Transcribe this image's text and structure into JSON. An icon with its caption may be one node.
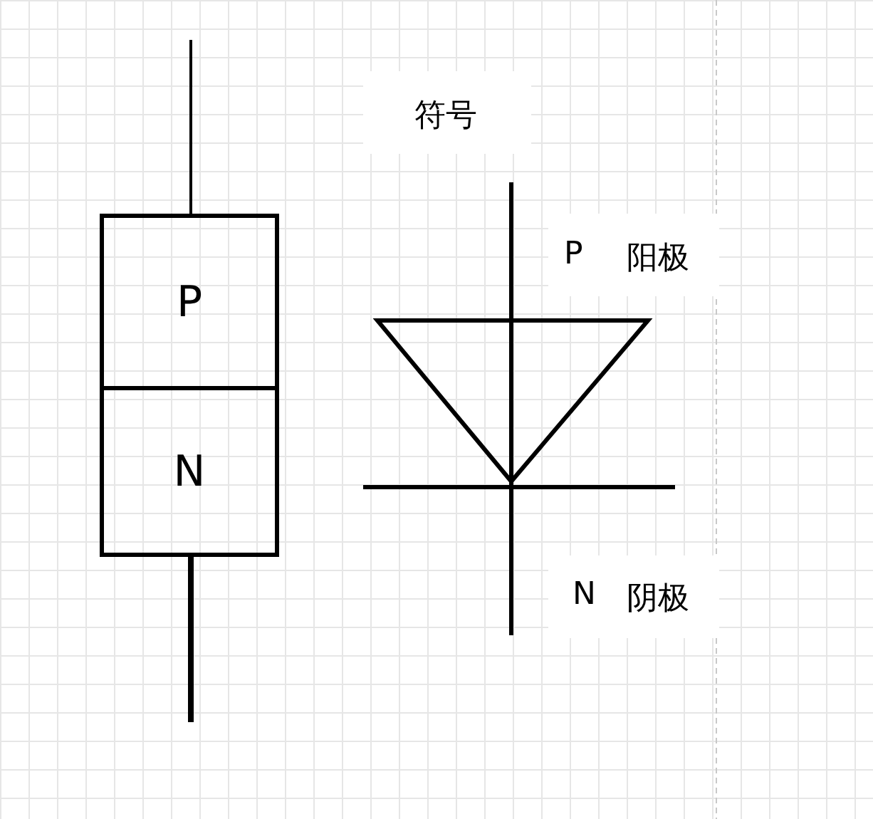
{
  "diagram": {
    "nodes": [
      {
        "text": [
          "P"
        ]
      },
      {
        "text": [
          "N"
        ]
      }
    ],
    "labels": [
      "符号",
      "P",
      "阳极",
      "N",
      "阴极"
    ]
  }
}
